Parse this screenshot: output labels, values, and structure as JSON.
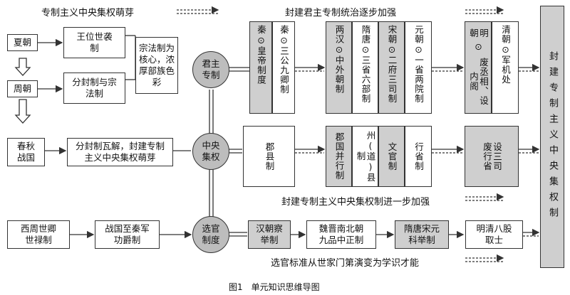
{
  "headers": {
    "top_left": "专制主义中央集权萌芽",
    "top_mid": "封建君主专制统治逐步加强",
    "mid": "封建专制主义中央集权制进一步加强",
    "bottom": "选官标准从世家门第演变为学识才能"
  },
  "left": {
    "xia": "夏朝",
    "zhou": "周朝",
    "wangwei": "王位世袭制",
    "fenfeng": "分封制与宗法制",
    "zongfa": "宗法制为核心，浓厚部族色彩",
    "chunqiu": "春秋战国",
    "wajie": "分封制瓦解，封建专制主义中央集权萌芽",
    "xizhou": "西周世卿世禄制",
    "zhanguo": "战国至秦军功爵制"
  },
  "circles": {
    "junzhu": "君主专制",
    "zhongyang": "中央集权",
    "xuanguan": "选官制度"
  },
  "top_row": [
    {
      "dyn": "秦",
      "text": "皇帝制度"
    },
    {
      "dyn": "秦",
      "text": "三公九卿制"
    },
    {
      "dyn": "两汉",
      "text": "中外朝制"
    },
    {
      "dyn": "隋唐",
      "text": "三省六部制"
    },
    {
      "dyn": "宋朝",
      "text": "二府三司制"
    },
    {
      "dyn": "元朝",
      "text": "一省两院制"
    },
    {
      "dyn": "明朝",
      "text": "废丞相、设内阁"
    },
    {
      "dyn": "清朝",
      "text": "军机处"
    }
  ],
  "mid_row": {
    "junxian": "郡县制",
    "junguo": "郡国并行制",
    "zhou": "州(道)县制",
    "wenguan": "文官制",
    "xingsheng": "行省制",
    "fei": "废行省",
    "she": "设三司"
  },
  "bottom_row": {
    "han": "汉朝察举制",
    "wei": "魏晋南北朝九品中正制",
    "sui": "隋唐宋元科举制",
    "ming": "明清八股取士"
  },
  "right_box": "封建专制主义中央集权制",
  "caption": "图1　单元知识思维导图",
  "symbol": "⊙"
}
